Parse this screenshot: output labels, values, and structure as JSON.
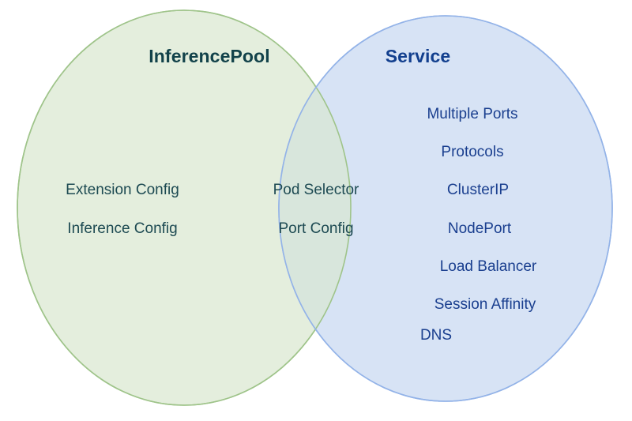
{
  "diagram": {
    "type": "venn",
    "background_color": "#ffffff",
    "left_set": {
      "title": "InferencePool",
      "title_color": "#12424a",
      "fill_color": "#e4eedd",
      "stroke_color": "#9fc48a",
      "items": [
        "Extension Config",
        "Inference Config"
      ]
    },
    "right_set": {
      "title": "Service",
      "title_color": "#123f8e",
      "fill_color": "#d6e2f5",
      "stroke_color": "#93b3e8",
      "items": [
        "Multiple Ports",
        "Protocols",
        "ClusterIP",
        "NodePort",
        "Load Balancer",
        "Session Affinity",
        "DNS"
      ]
    },
    "intersection": {
      "fill_color": "#d8e6dc",
      "text_color": "#1d4a52",
      "items": [
        "Pod Selector",
        "Port Config"
      ]
    }
  }
}
